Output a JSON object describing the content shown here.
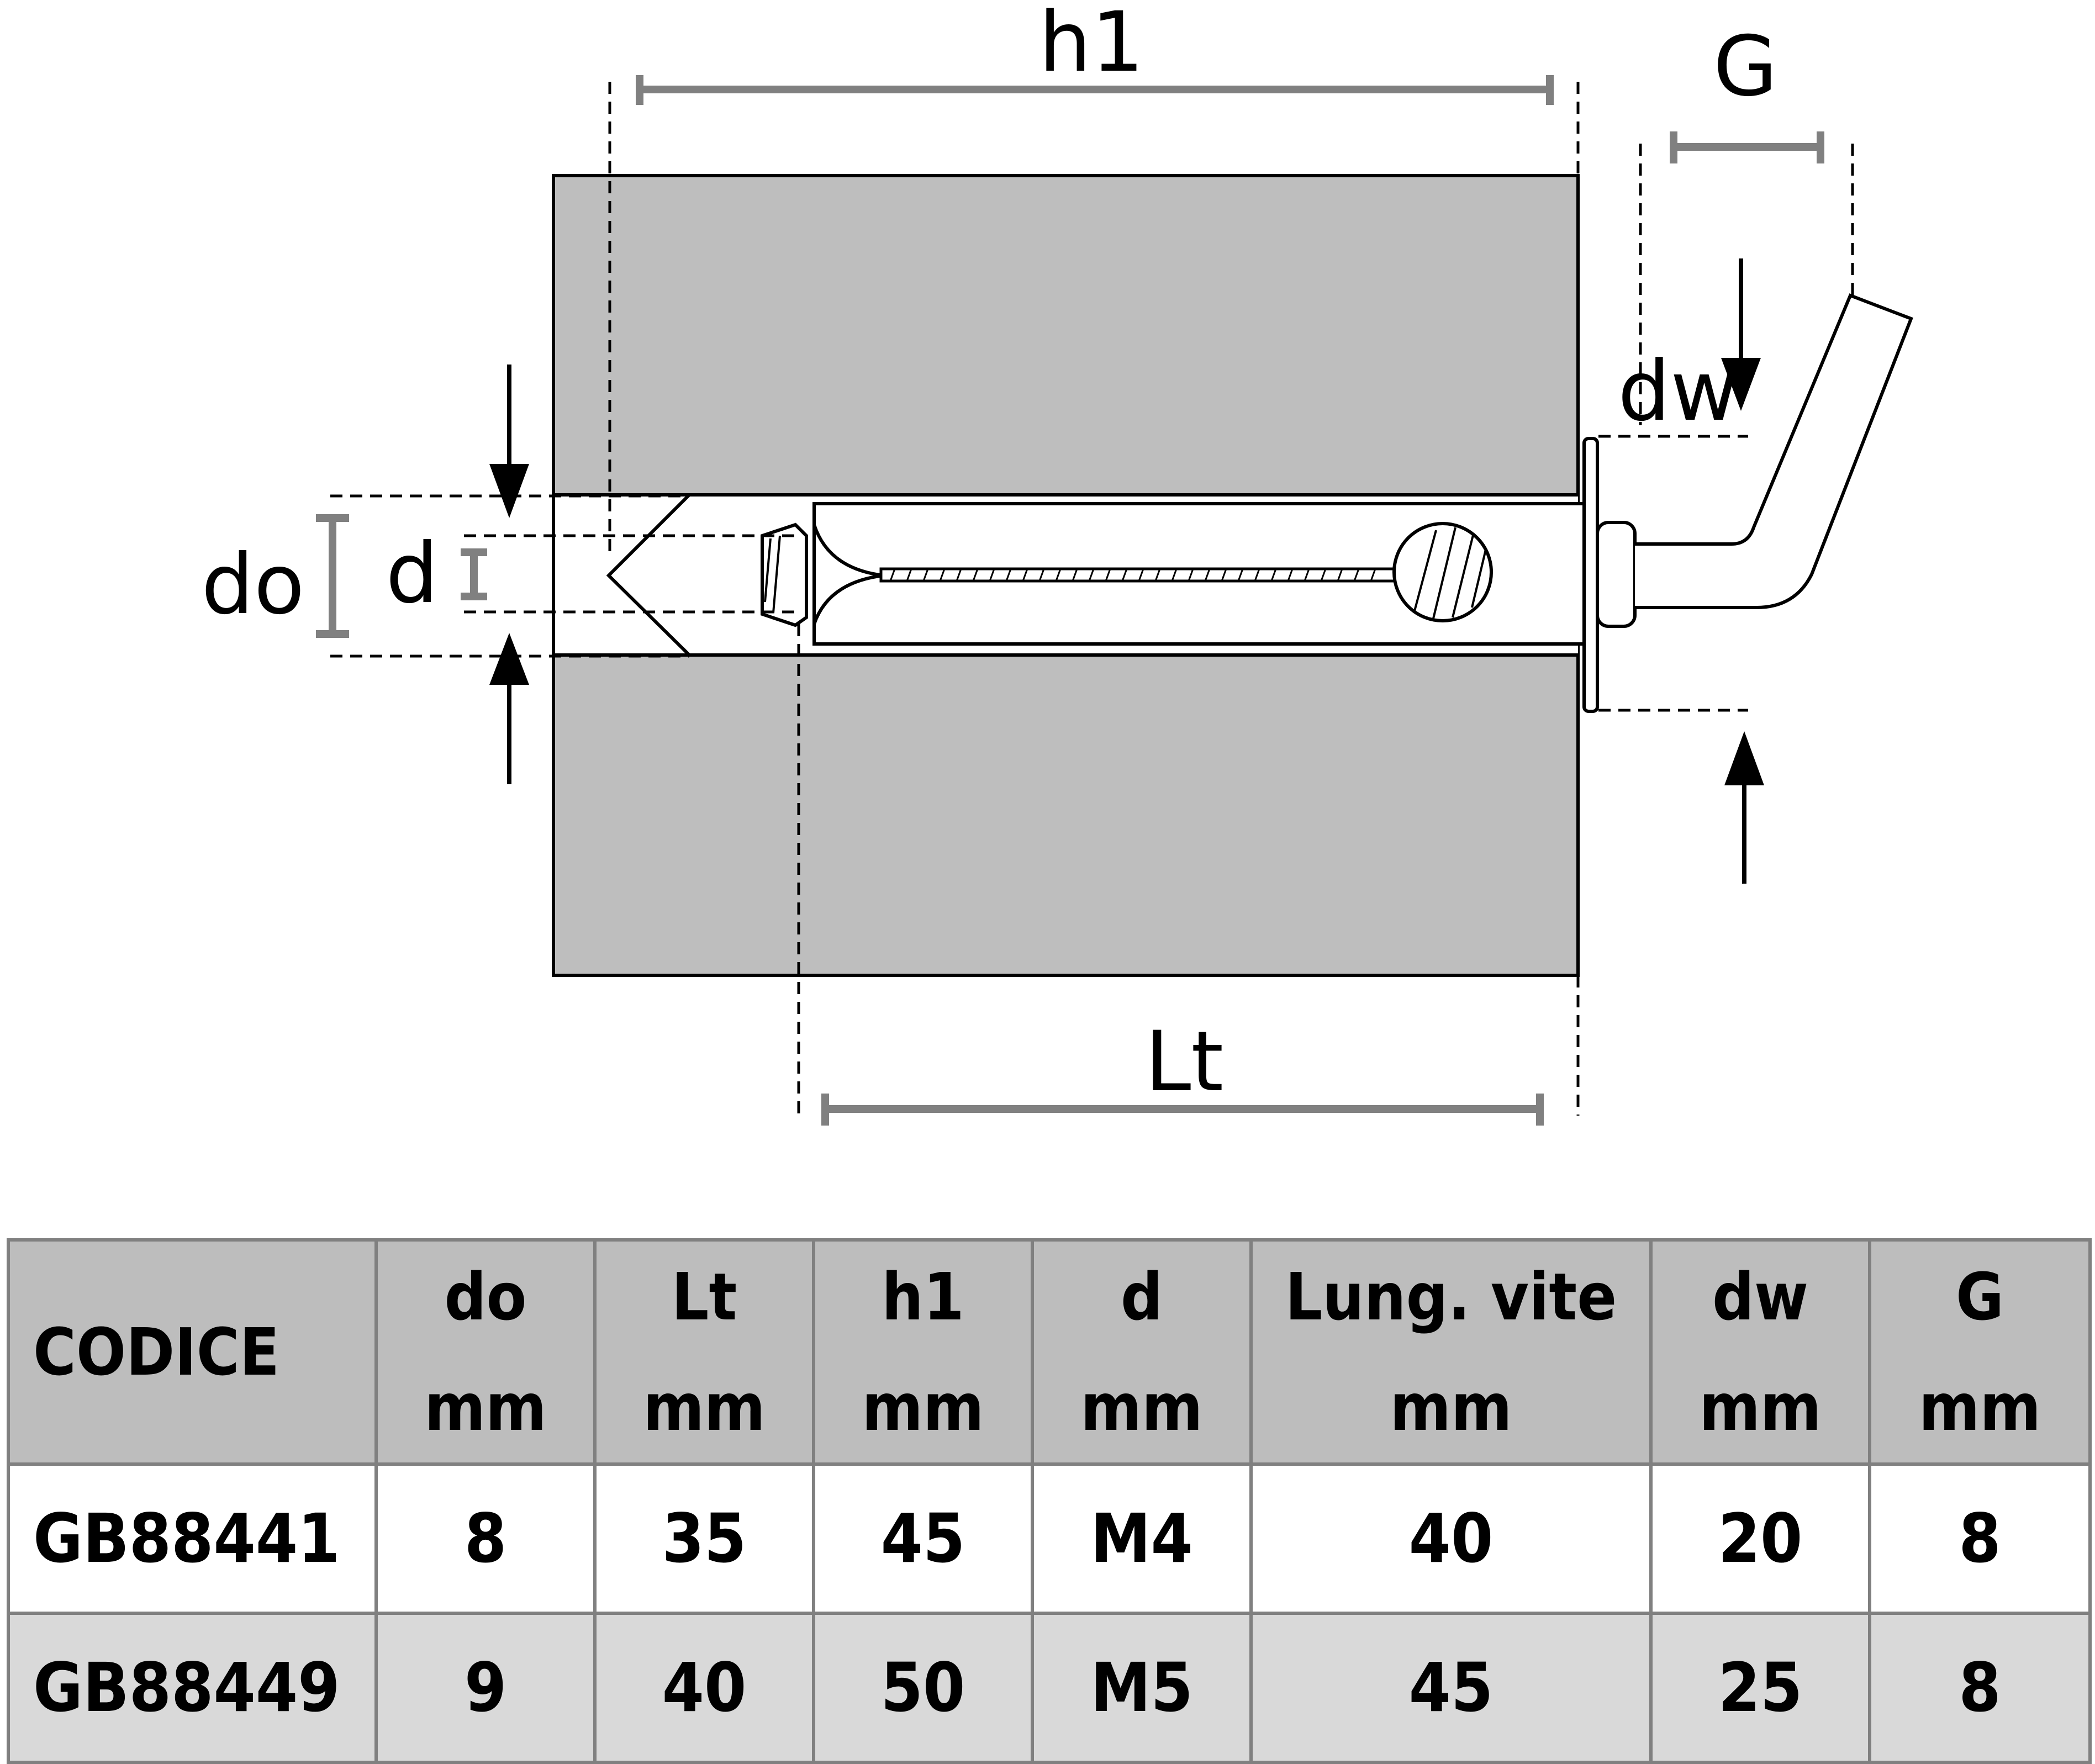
{
  "diagram": {
    "labels": {
      "h1": "h1",
      "G": "G",
      "dw": "dw",
      "do": "do",
      "d": "d",
      "Lt": "Lt"
    },
    "colors": {
      "wall": "#bebebe",
      "dimension_line": "#808080",
      "outline": "#000000"
    }
  },
  "table": {
    "headers": [
      {
        "line1": "CODICE",
        "line2": ""
      },
      {
        "line1": "do",
        "line2": "mm"
      },
      {
        "line1": "Lt",
        "line2": "mm"
      },
      {
        "line1": "h1",
        "line2": "mm"
      },
      {
        "line1": "d",
        "line2": "mm"
      },
      {
        "line1": "Lung. vite",
        "line2": "mm"
      },
      {
        "line1": "dw",
        "line2": "mm"
      },
      {
        "line1": "G",
        "line2": "mm"
      }
    ],
    "rows": [
      [
        "GB88441",
        "8",
        "35",
        "45",
        "M4",
        "40",
        "20",
        "8"
      ],
      [
        "GB88449",
        "9",
        "40",
        "50",
        "M5",
        "45",
        "25",
        "8"
      ]
    ],
    "colors": {
      "header_bg": "#bdbdbd",
      "row_alt_bg": "#d9d9d9",
      "border": "#808080"
    }
  }
}
